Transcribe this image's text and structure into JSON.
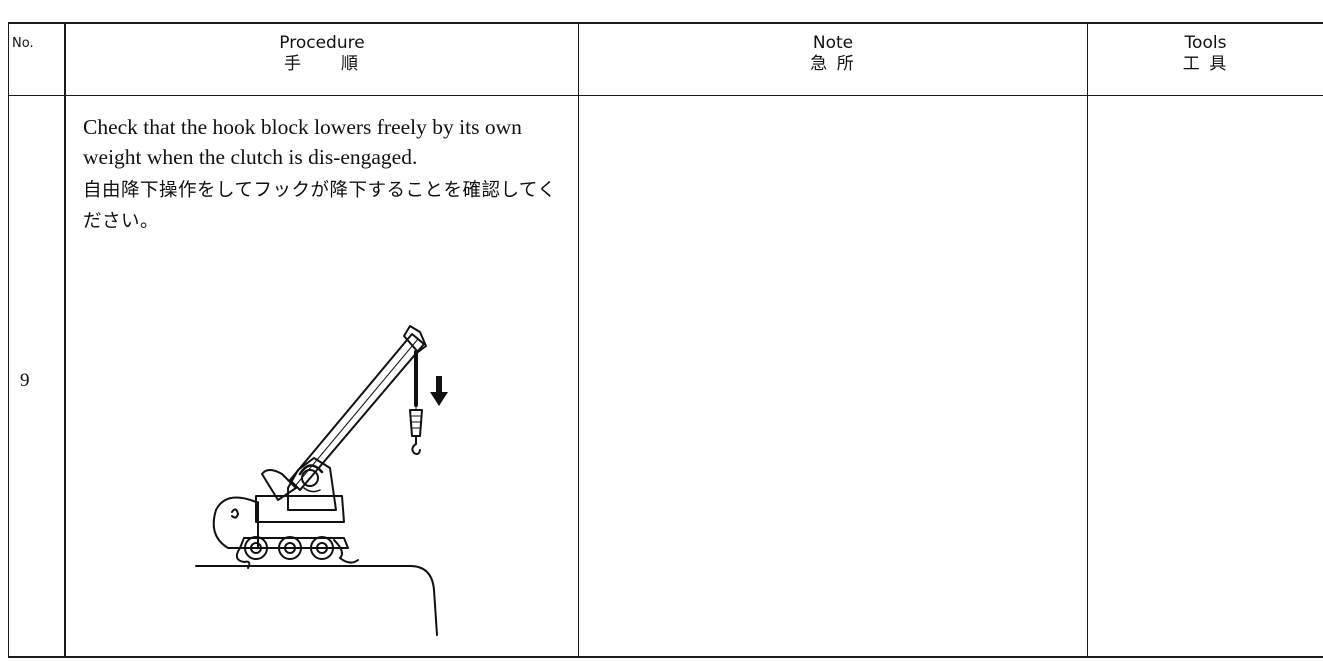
{
  "header": {
    "no_label": "No.",
    "procedure_en": "Procedure",
    "procedure_ja": "手　　順",
    "note_en": "Note",
    "note_ja": "急 所",
    "tools_en": "Tools",
    "tools_ja": "工 具"
  },
  "row": {
    "number": "9",
    "procedure_en": "Check that the hook block lowers freely by its own weight when the clutch is dis-engaged.",
    "procedure_ja": "自由降下操作をしてフックが降下することを確認してください。",
    "note": "",
    "tools": "",
    "illustration": "crane-free-fall-illustration"
  }
}
